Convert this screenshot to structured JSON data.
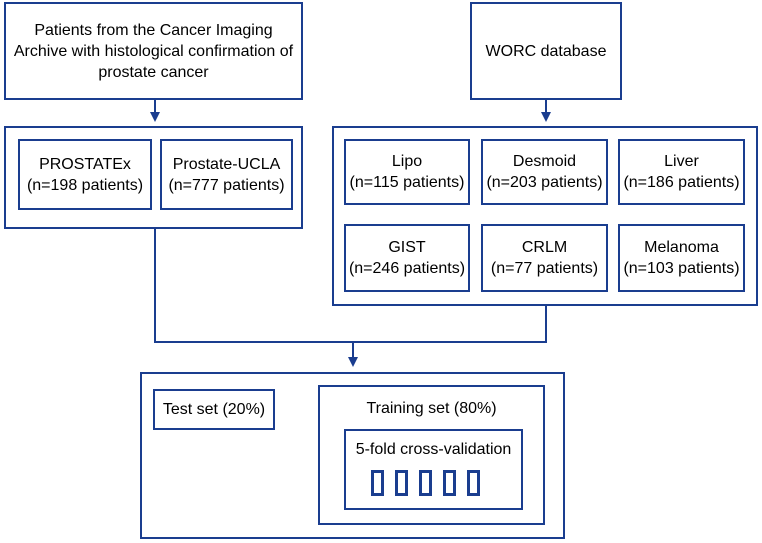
{
  "top_left_box": {
    "text": "Patients from the Cancer Imaging\nArchive with histological confirmation of\nprostate cancer"
  },
  "top_right_box": {
    "text": "WORC database"
  },
  "prostate_group": {
    "items": [
      {
        "name": "PROSTATEx",
        "count": "(n=198 patients)"
      },
      {
        "name": "Prostate-UCLA",
        "count": "(n=777 patients)"
      }
    ]
  },
  "worc_group": {
    "items": [
      {
        "name": "Lipo",
        "count": "(n=115 patients)"
      },
      {
        "name": "Desmoid",
        "count": "(n=203 patients)"
      },
      {
        "name": "Liver",
        "count": "(n=186 patients)"
      },
      {
        "name": "GIST",
        "count": "(n=246 patients)"
      },
      {
        "name": "CRLM",
        "count": "(n=77 patients)"
      },
      {
        "name": "Melanoma",
        "count": "(n=103 patients)"
      }
    ]
  },
  "split": {
    "test_label": "Test set (20%)",
    "training_label": "Training set (80%)",
    "cv_label": "5-fold cross-validation",
    "fold_count": 5
  },
  "colors": {
    "border": "#1a3d8f",
    "line": "#1a3d8f"
  }
}
